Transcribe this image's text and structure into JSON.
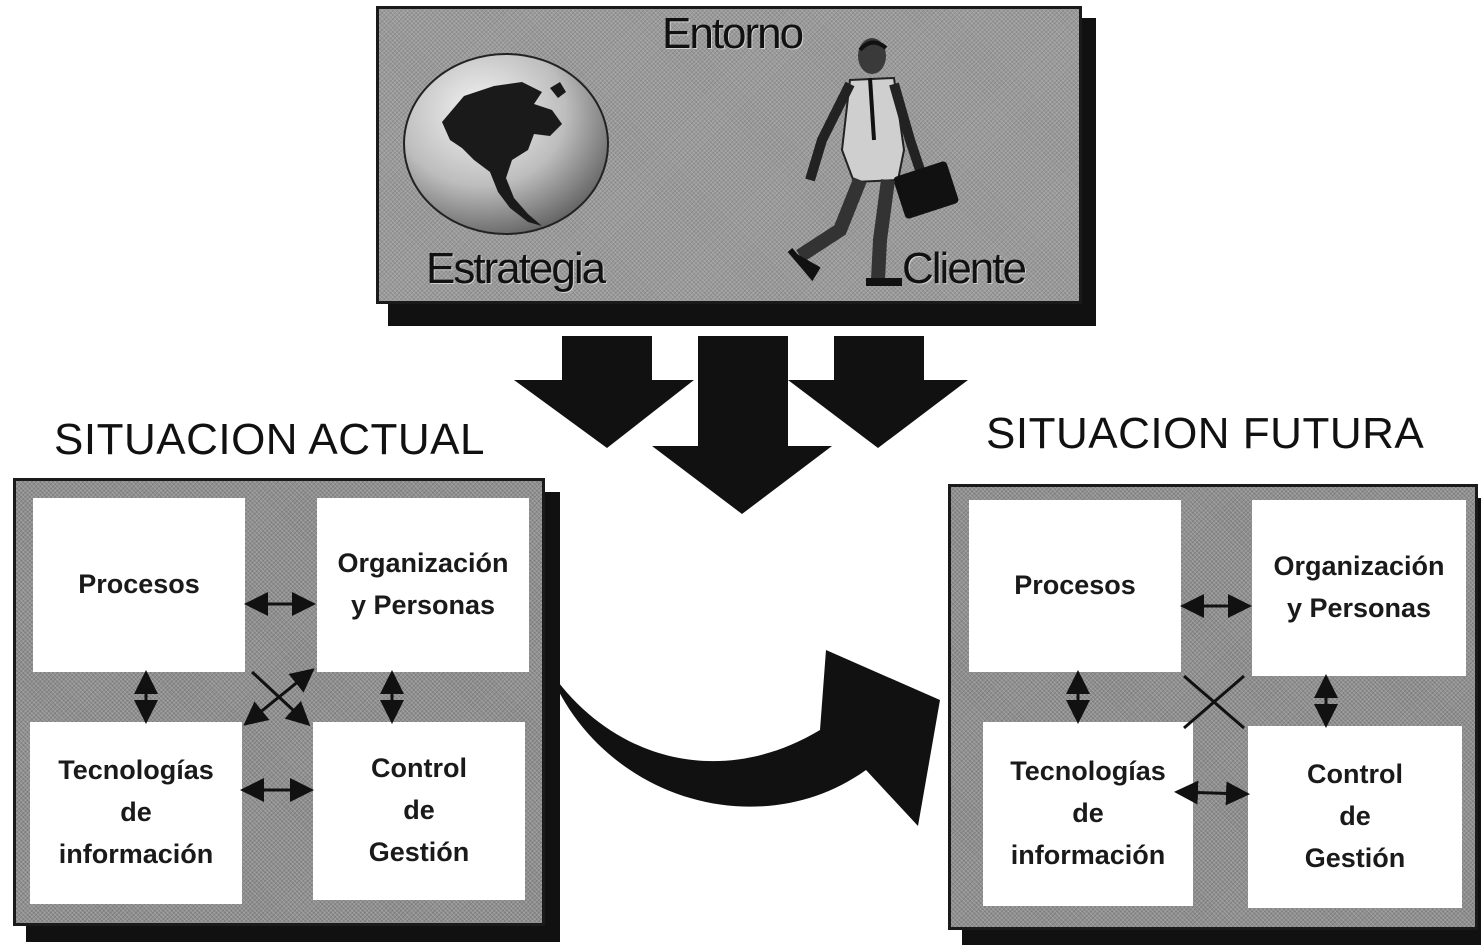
{
  "environment": {
    "title": "Entorno",
    "left_label": "Estrategia",
    "right_label": "Cliente",
    "globe_icon": "globe-americas-icon",
    "client_icon": "businessman-walking-icon"
  },
  "current": {
    "title": "SITUACION ACTUAL",
    "cells": {
      "processes": [
        "Procesos"
      ],
      "organization": [
        "Organización",
        "y Personas"
      ],
      "technology": [
        "Tecnologías",
        "de",
        "información"
      ],
      "control": [
        "Control",
        "de",
        "Gestión"
      ]
    }
  },
  "future": {
    "title": "SITUACION FUTURA",
    "cells": {
      "processes": [
        "Procesos"
      ],
      "organization": [
        "Organización",
        "y Personas"
      ],
      "technology": [
        "Tecnologías",
        "de",
        "información"
      ],
      "control": [
        "Control",
        "de",
        "Gestión"
      ]
    }
  },
  "colors": {
    "ink": "#111111",
    "texture": "#9a9a9a",
    "cell": "#ffffff"
  }
}
